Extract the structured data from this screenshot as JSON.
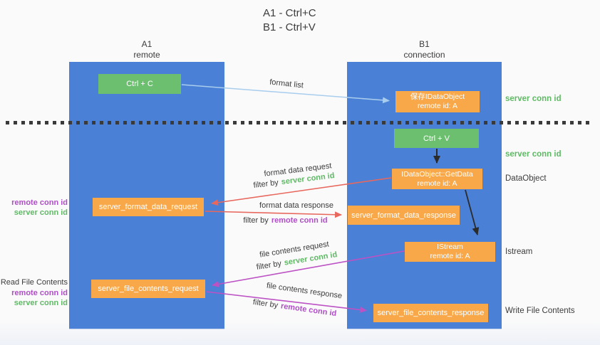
{
  "title": {
    "line1": "A1 - Ctrl+C",
    "line2": "B1 - Ctrl+V"
  },
  "columns": {
    "a": {
      "name": "A1",
      "subtitle": "remote"
    },
    "b": {
      "name": "B1",
      "subtitle": "connection"
    }
  },
  "nodes": {
    "ctrl_c": {
      "label": "Ctrl + C"
    },
    "ctrl_v": {
      "label": "Ctrl + V"
    },
    "save_idataobject": {
      "line1": "保存IDataObject",
      "line2": "remote id: A"
    },
    "getdata": {
      "line1": "IDataObject::GetData",
      "line2": "remote id: A"
    },
    "istream": {
      "line1": "IStream",
      "line2": "remote id: A"
    },
    "format_request": {
      "label": "server_format_data_request"
    },
    "format_response": {
      "label": "server_format_data_response"
    },
    "file_request": {
      "label": "server_file_contents_request"
    },
    "file_response": {
      "label": "server_file_contents_response"
    }
  },
  "arrows": {
    "format_list": "format list",
    "format_data_request": "format data request",
    "format_data_response": "format data response",
    "file_contents_request": "file contents request",
    "file_contents_response": "file contents response",
    "filter_by": "filter by",
    "server_conn_id": "server conn id",
    "remote_conn_id": "remote conn id"
  },
  "side_labels": {
    "left_format_remote": "remote conn id",
    "left_format_server": "server conn id",
    "read_file_contents": "Read File Contents",
    "left_file_remote": "remote conn id",
    "left_file_server": "server conn id",
    "right_server_conn_1": "server conn id",
    "right_server_conn_2": "server conn id",
    "dataobject": "DataObject",
    "istream": "Istream",
    "write_file_contents": "Write File Contents"
  },
  "colors": {
    "column_blue": "#4a80d5",
    "box_green": "#6dbf70",
    "box_orange": "#f8a849",
    "arrow_light_blue": "#a8cded",
    "arrow_red": "#e8685e",
    "arrow_magenta": "#bc52c4",
    "arrow_black": "#2b2b2b",
    "label_green": "#5fb965",
    "label_purple": "#b04ec8",
    "text_dark": "#3c3c3c"
  }
}
